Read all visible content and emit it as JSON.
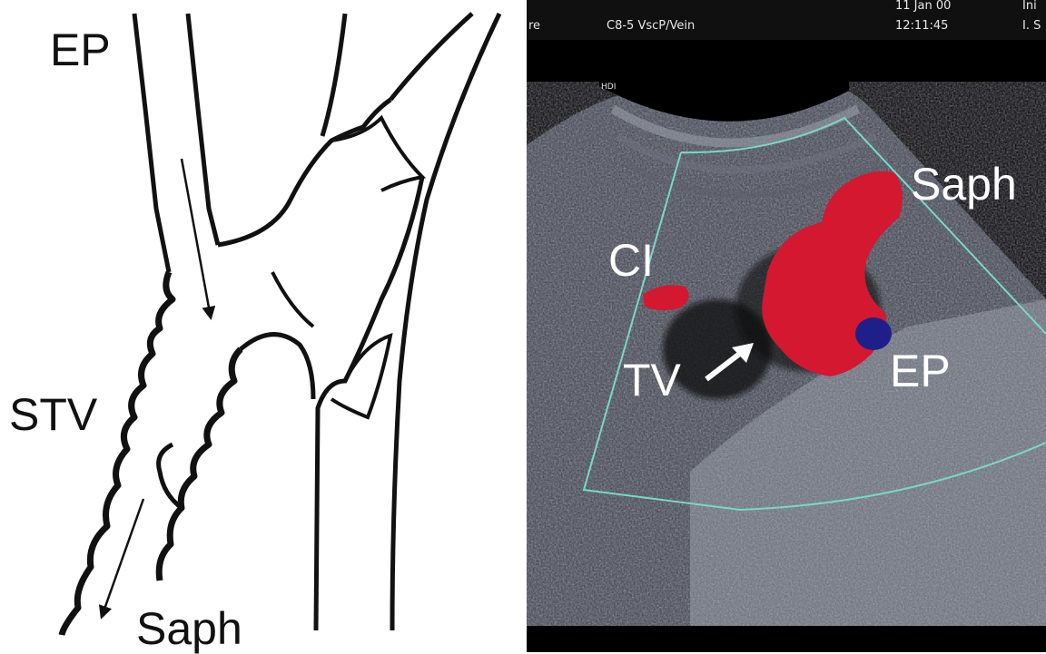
{
  "drawing": {
    "labels": {
      "ep": "EP",
      "stv": "STV",
      "saph": "Saph"
    }
  },
  "ultrasound": {
    "header": {
      "left_fragment": "re",
      "probe": "C8-5 VscP/Vein",
      "date_partial": "11 Jan 00",
      "time": "12:11:45",
      "right_top": "Ini",
      "right_bottom": "I. S"
    },
    "hdi_mark": "HDI",
    "labels": {
      "saph": "Saph",
      "ci": "CI",
      "tv": "TV",
      "ep": "EP"
    }
  },
  "colors": {
    "ink": "#111111",
    "doppler_red": "#d41830",
    "doppler_blue": "#1f1f8a",
    "sector_outline": "#78d8c8",
    "background_left": "#ffffff",
    "background_right": "#000000"
  }
}
